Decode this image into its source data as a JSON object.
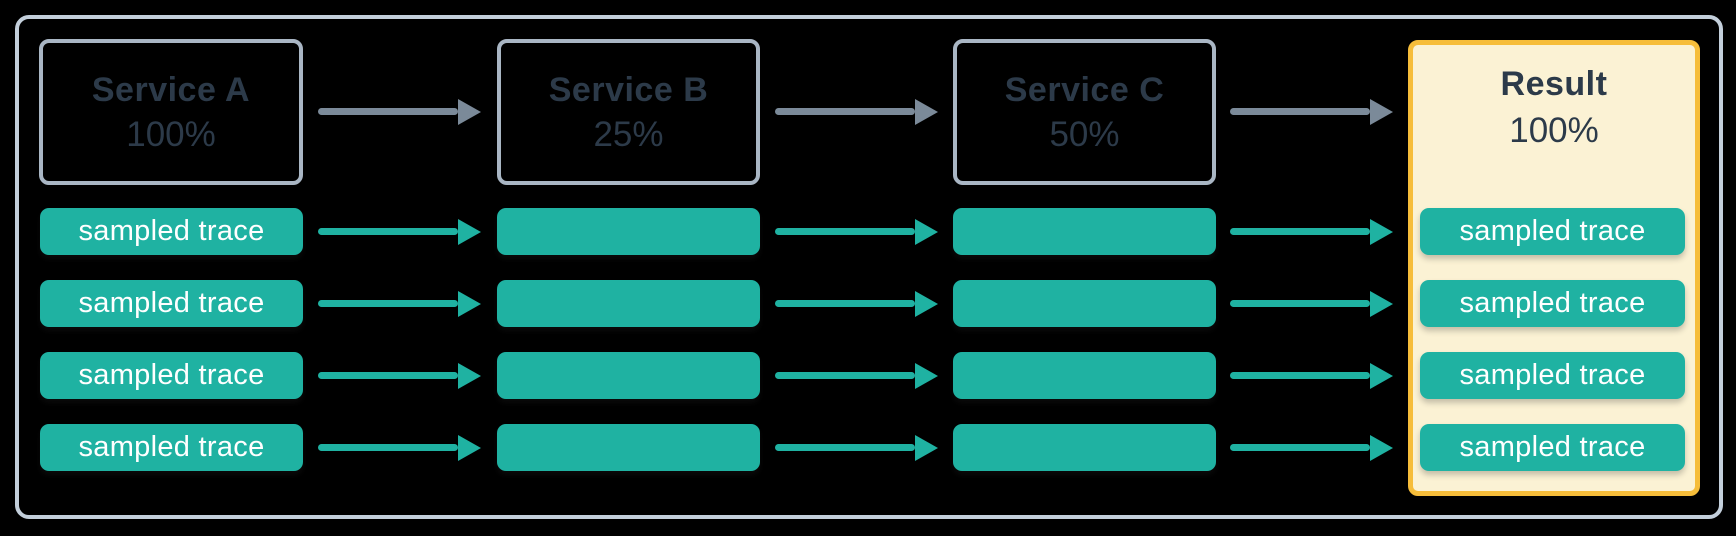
{
  "colors": {
    "background": "#000000",
    "frame_border": "#C3CFDB",
    "service_border": "#A9B6C4",
    "service_text": "#2C3A49",
    "arrow_grey": "#7B8A99",
    "trace_fill": "#1FB2A2",
    "trace_text": "#FFFFFF",
    "result_fill": "#FBF2D4",
    "result_border": "#F6BD3A"
  },
  "diagram": {
    "services": [
      {
        "name": "Service A",
        "rate": "100%"
      },
      {
        "name": "Service B",
        "rate": "25%"
      },
      {
        "name": "Service C",
        "rate": "50%"
      }
    ],
    "result": {
      "name": "Result",
      "rate": "100%"
    },
    "rows": [
      {
        "left_label": "sampled trace",
        "right_label": "sampled trace"
      },
      {
        "left_label": "sampled trace",
        "right_label": "sampled trace"
      },
      {
        "left_label": "sampled trace",
        "right_label": "sampled trace"
      },
      {
        "left_label": "sampled trace",
        "right_label": "sampled trace"
      }
    ]
  }
}
